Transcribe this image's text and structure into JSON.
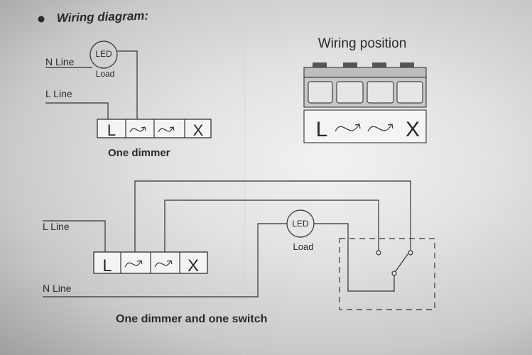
{
  "heading": "Wiring diagram:",
  "diagram1": {
    "n_line": "N Line",
    "l_line": "L Line",
    "led": "LED",
    "load": "Load",
    "terminal_l": "L",
    "terminal_x": "X",
    "caption": "One dimmer"
  },
  "position": {
    "title": "Wiring position",
    "terminal_l": "L",
    "terminal_x": "X"
  },
  "diagram2": {
    "l_line": "L Line",
    "n_line": "N Line",
    "led": "LED",
    "load": "Load",
    "terminal_l": "L",
    "terminal_x": "X",
    "caption": "One dimmer and one switch"
  }
}
